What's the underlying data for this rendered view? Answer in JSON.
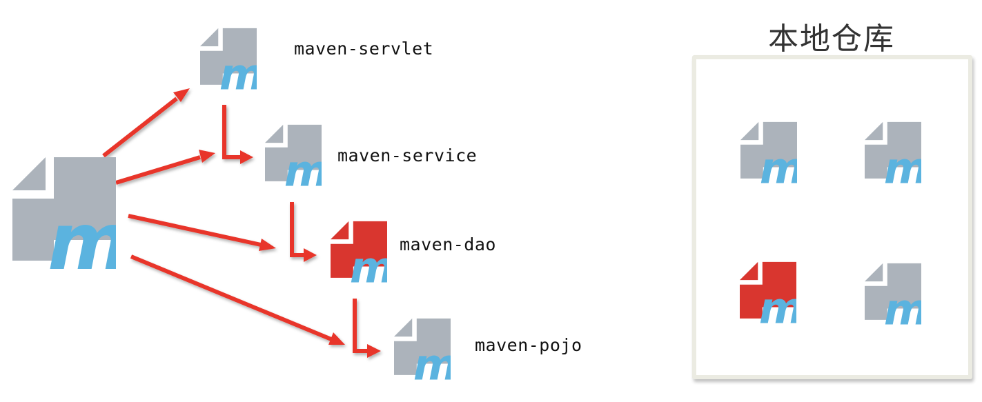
{
  "colors": {
    "doc_gray": "#acb3bb",
    "doc_red": "#d9362f",
    "maven_blue": "#5bb3df",
    "arrow_red": "#e8352a",
    "repo_border": "#ebebe2",
    "text": "#111111"
  },
  "parent_module": {
    "icon": "maven-doc-icon",
    "color": "gray"
  },
  "modules": [
    {
      "label": "maven-servlet",
      "icon": "maven-doc-icon",
      "color": "gray"
    },
    {
      "label": "maven-service",
      "icon": "maven-doc-icon",
      "color": "gray"
    },
    {
      "label": "maven-dao",
      "icon": "maven-doc-icon",
      "color": "red"
    },
    {
      "label": "maven-pojo",
      "icon": "maven-doc-icon",
      "color": "gray"
    }
  ],
  "arrows": {
    "parent_to_modules": [
      "maven-servlet",
      "maven-service",
      "maven-dao",
      "maven-pojo"
    ],
    "dependency_chain": [
      {
        "from": "maven-servlet",
        "to": "maven-service"
      },
      {
        "from": "maven-service",
        "to": "maven-dao"
      },
      {
        "from": "maven-dao",
        "to": "maven-pojo"
      }
    ]
  },
  "repository": {
    "title": "本地仓库",
    "artifacts": [
      {
        "icon": "maven-doc-icon",
        "color": "gray"
      },
      {
        "icon": "maven-doc-icon",
        "color": "gray"
      },
      {
        "icon": "maven-doc-icon",
        "color": "red"
      },
      {
        "icon": "maven-doc-icon",
        "color": "gray"
      }
    ]
  }
}
